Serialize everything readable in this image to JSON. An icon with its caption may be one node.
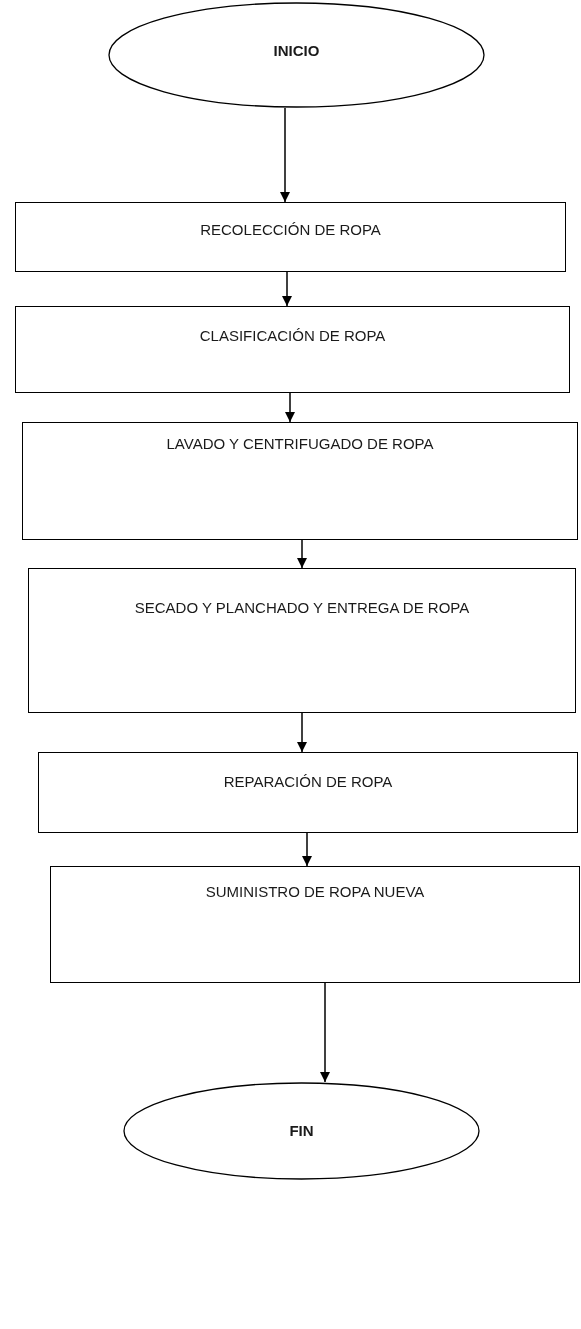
{
  "diagram": {
    "nodes": [
      {
        "text": [
          "INICIO"
        ]
      },
      {
        "text": [
          "RECOLECCIÓN DE ROPA"
        ]
      },
      {
        "text": [
          "CLASIFICACIÓN DE ROPA"
        ]
      },
      {
        "text": [
          "LAVADO Y CENTRIFUGADO DE ROPA"
        ]
      },
      {
        "text": [
          "SECADO Y PLANCHADO Y ENTREGA DE ROPA"
        ]
      },
      {
        "text": [
          "REPARACIÓN DE ROPA"
        ]
      },
      {
        "text": [
          "SUMINISTRO DE ROPA NUEVA"
        ]
      },
      {
        "text": [
          "FIN"
        ]
      }
    ],
    "edges": [
      {
        "from": 0,
        "to": 1,
        "arrow": "to"
      },
      {
        "from": 1,
        "to": 2,
        "arrow": "to"
      },
      {
        "from": 2,
        "to": 3,
        "arrow": "to"
      },
      {
        "from": 3,
        "to": 4,
        "arrow": "to"
      },
      {
        "from": 4,
        "to": 5,
        "arrow": "to"
      },
      {
        "from": 5,
        "to": 6,
        "arrow": "to"
      },
      {
        "from": 6,
        "to": 7,
        "arrow": "to"
      }
    ]
  }
}
